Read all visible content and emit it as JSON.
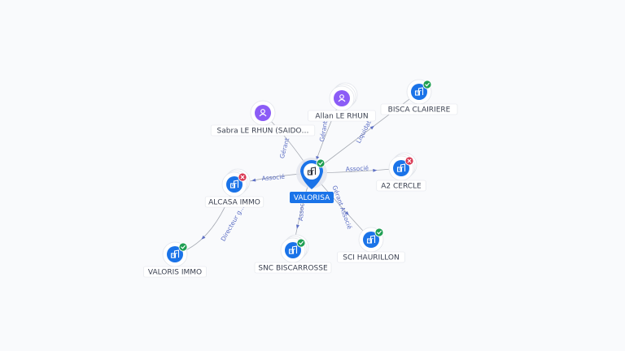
{
  "center": {
    "label": "VALORISA",
    "icon": "building-icon",
    "status": "active"
  },
  "nodes": [
    {
      "id": "sabra",
      "label": "Sabra LE RHUN (SAIDO…",
      "kind": "person",
      "icon": "person-icon"
    },
    {
      "id": "allan",
      "label": "Allan LE RHUN",
      "kind": "person",
      "icon": "person-icon",
      "stacked": true
    },
    {
      "id": "bisca",
      "label": "BISCA CLAIRIERE",
      "kind": "company",
      "icon": "building-icon",
      "status": "active"
    },
    {
      "id": "a2",
      "label": "A2 CERCLE",
      "kind": "company",
      "icon": "building-icon",
      "status": "closed",
      "stacked": true
    },
    {
      "id": "alcasa",
      "label": "ALCASA IMMO",
      "kind": "company",
      "icon": "building-icon",
      "status": "closed",
      "stacked": true
    },
    {
      "id": "valoris",
      "label": "VALORIS IMMO",
      "kind": "company",
      "icon": "building-icon",
      "status": "active"
    },
    {
      "id": "snc",
      "label": "SNC BISCARROSSE",
      "kind": "company",
      "icon": "building-icon",
      "status": "active",
      "stacked": true
    },
    {
      "id": "sci",
      "label": "SCI HAURILLON",
      "kind": "company",
      "icon": "building-icon",
      "status": "active"
    }
  ],
  "edges": [
    {
      "from": "sabra",
      "to": "center",
      "label": "Gérant"
    },
    {
      "from": "allan",
      "to": "center",
      "label": "Gérant"
    },
    {
      "from": "center",
      "to": "bisca",
      "label": "Liquidateur"
    },
    {
      "from": "center",
      "to": "a2",
      "label": "Associé"
    },
    {
      "from": "center",
      "to": "alcasa",
      "label": "Associé"
    },
    {
      "from": "alcasa",
      "to": "valoris",
      "label": "Directeur g…"
    },
    {
      "from": "center",
      "to": "snc",
      "label": "Associé"
    },
    {
      "from": "center",
      "to": "sci",
      "label": "Gérant Associé"
    }
  ],
  "colors": {
    "company_blue": "#1a73e8",
    "person_purple": "#8b5cf6",
    "status_active": "#1e9e52",
    "status_closed": "#d93651",
    "edge": "#a6aab3",
    "edge_label": "#5d6fc4",
    "center_label_bg": "#1a73e8"
  }
}
